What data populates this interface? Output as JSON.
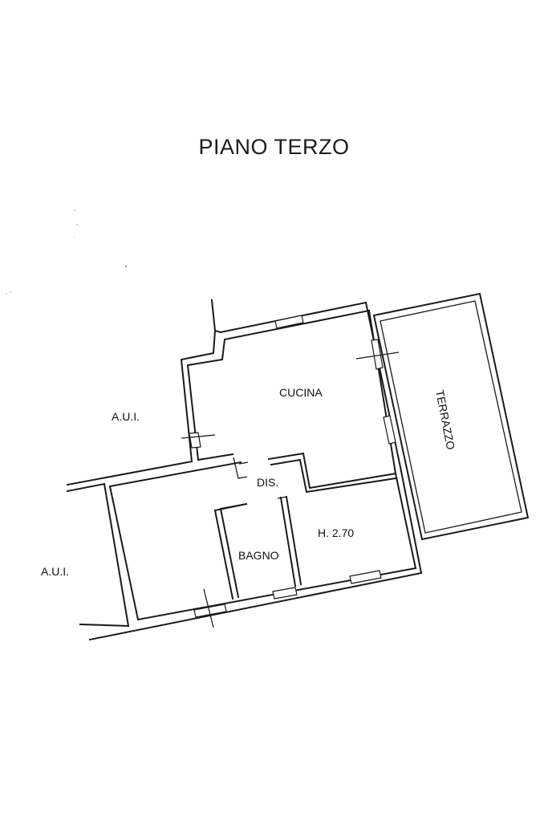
{
  "title": "PIANO TERZO",
  "rooms": {
    "cucina": "CUCINA",
    "terrazzo": "TERRAZZO",
    "dis": "DIS.",
    "bagno": "BAGNO",
    "height": "H. 2.70"
  },
  "neighbors": {
    "upper": "A.U.I.",
    "lower": "A.U.I."
  },
  "colors": {
    "line": "#1a1a1a",
    "background": "#ffffff"
  }
}
